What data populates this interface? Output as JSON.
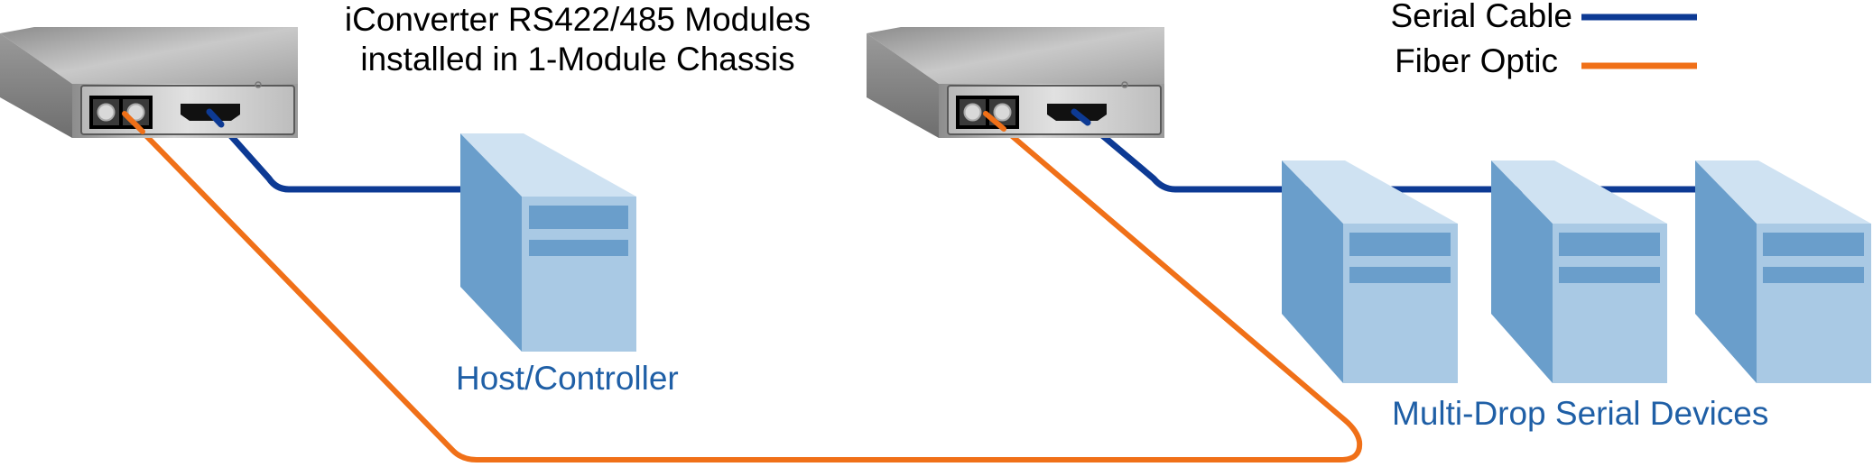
{
  "title": {
    "line1": "iConverter RS422/485 Modules",
    "line2": "installed in 1-Module Chassis"
  },
  "legend": {
    "serial_label": "Serial Cable",
    "fiber_label": "Fiber Optic"
  },
  "labels": {
    "host": "Host/Controller",
    "multidrop": "Multi-Drop Serial Devices"
  },
  "colors": {
    "serial_cable": "#0d3a94",
    "fiber_optic": "#f07018",
    "label_text": "#1f5fa6",
    "tower_front": "#6a9ecb",
    "tower_side": "#a9c9e4",
    "tower_top": "#cfe2f2",
    "chassis": "#a8a8a8"
  }
}
